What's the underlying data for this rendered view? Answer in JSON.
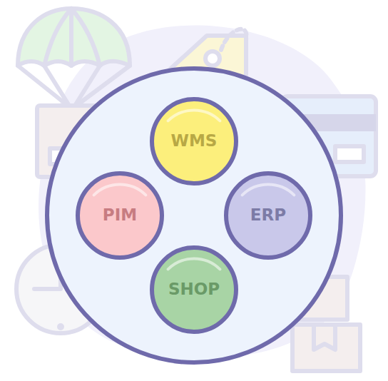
{
  "diagram": {
    "nodes": [
      {
        "text": [
          "WMS"
        ]
      },
      {
        "text": [
          "PIM"
        ]
      },
      {
        "text": [
          "ERP"
        ]
      },
      {
        "text": [
          "SHOP"
        ]
      }
    ]
  }
}
